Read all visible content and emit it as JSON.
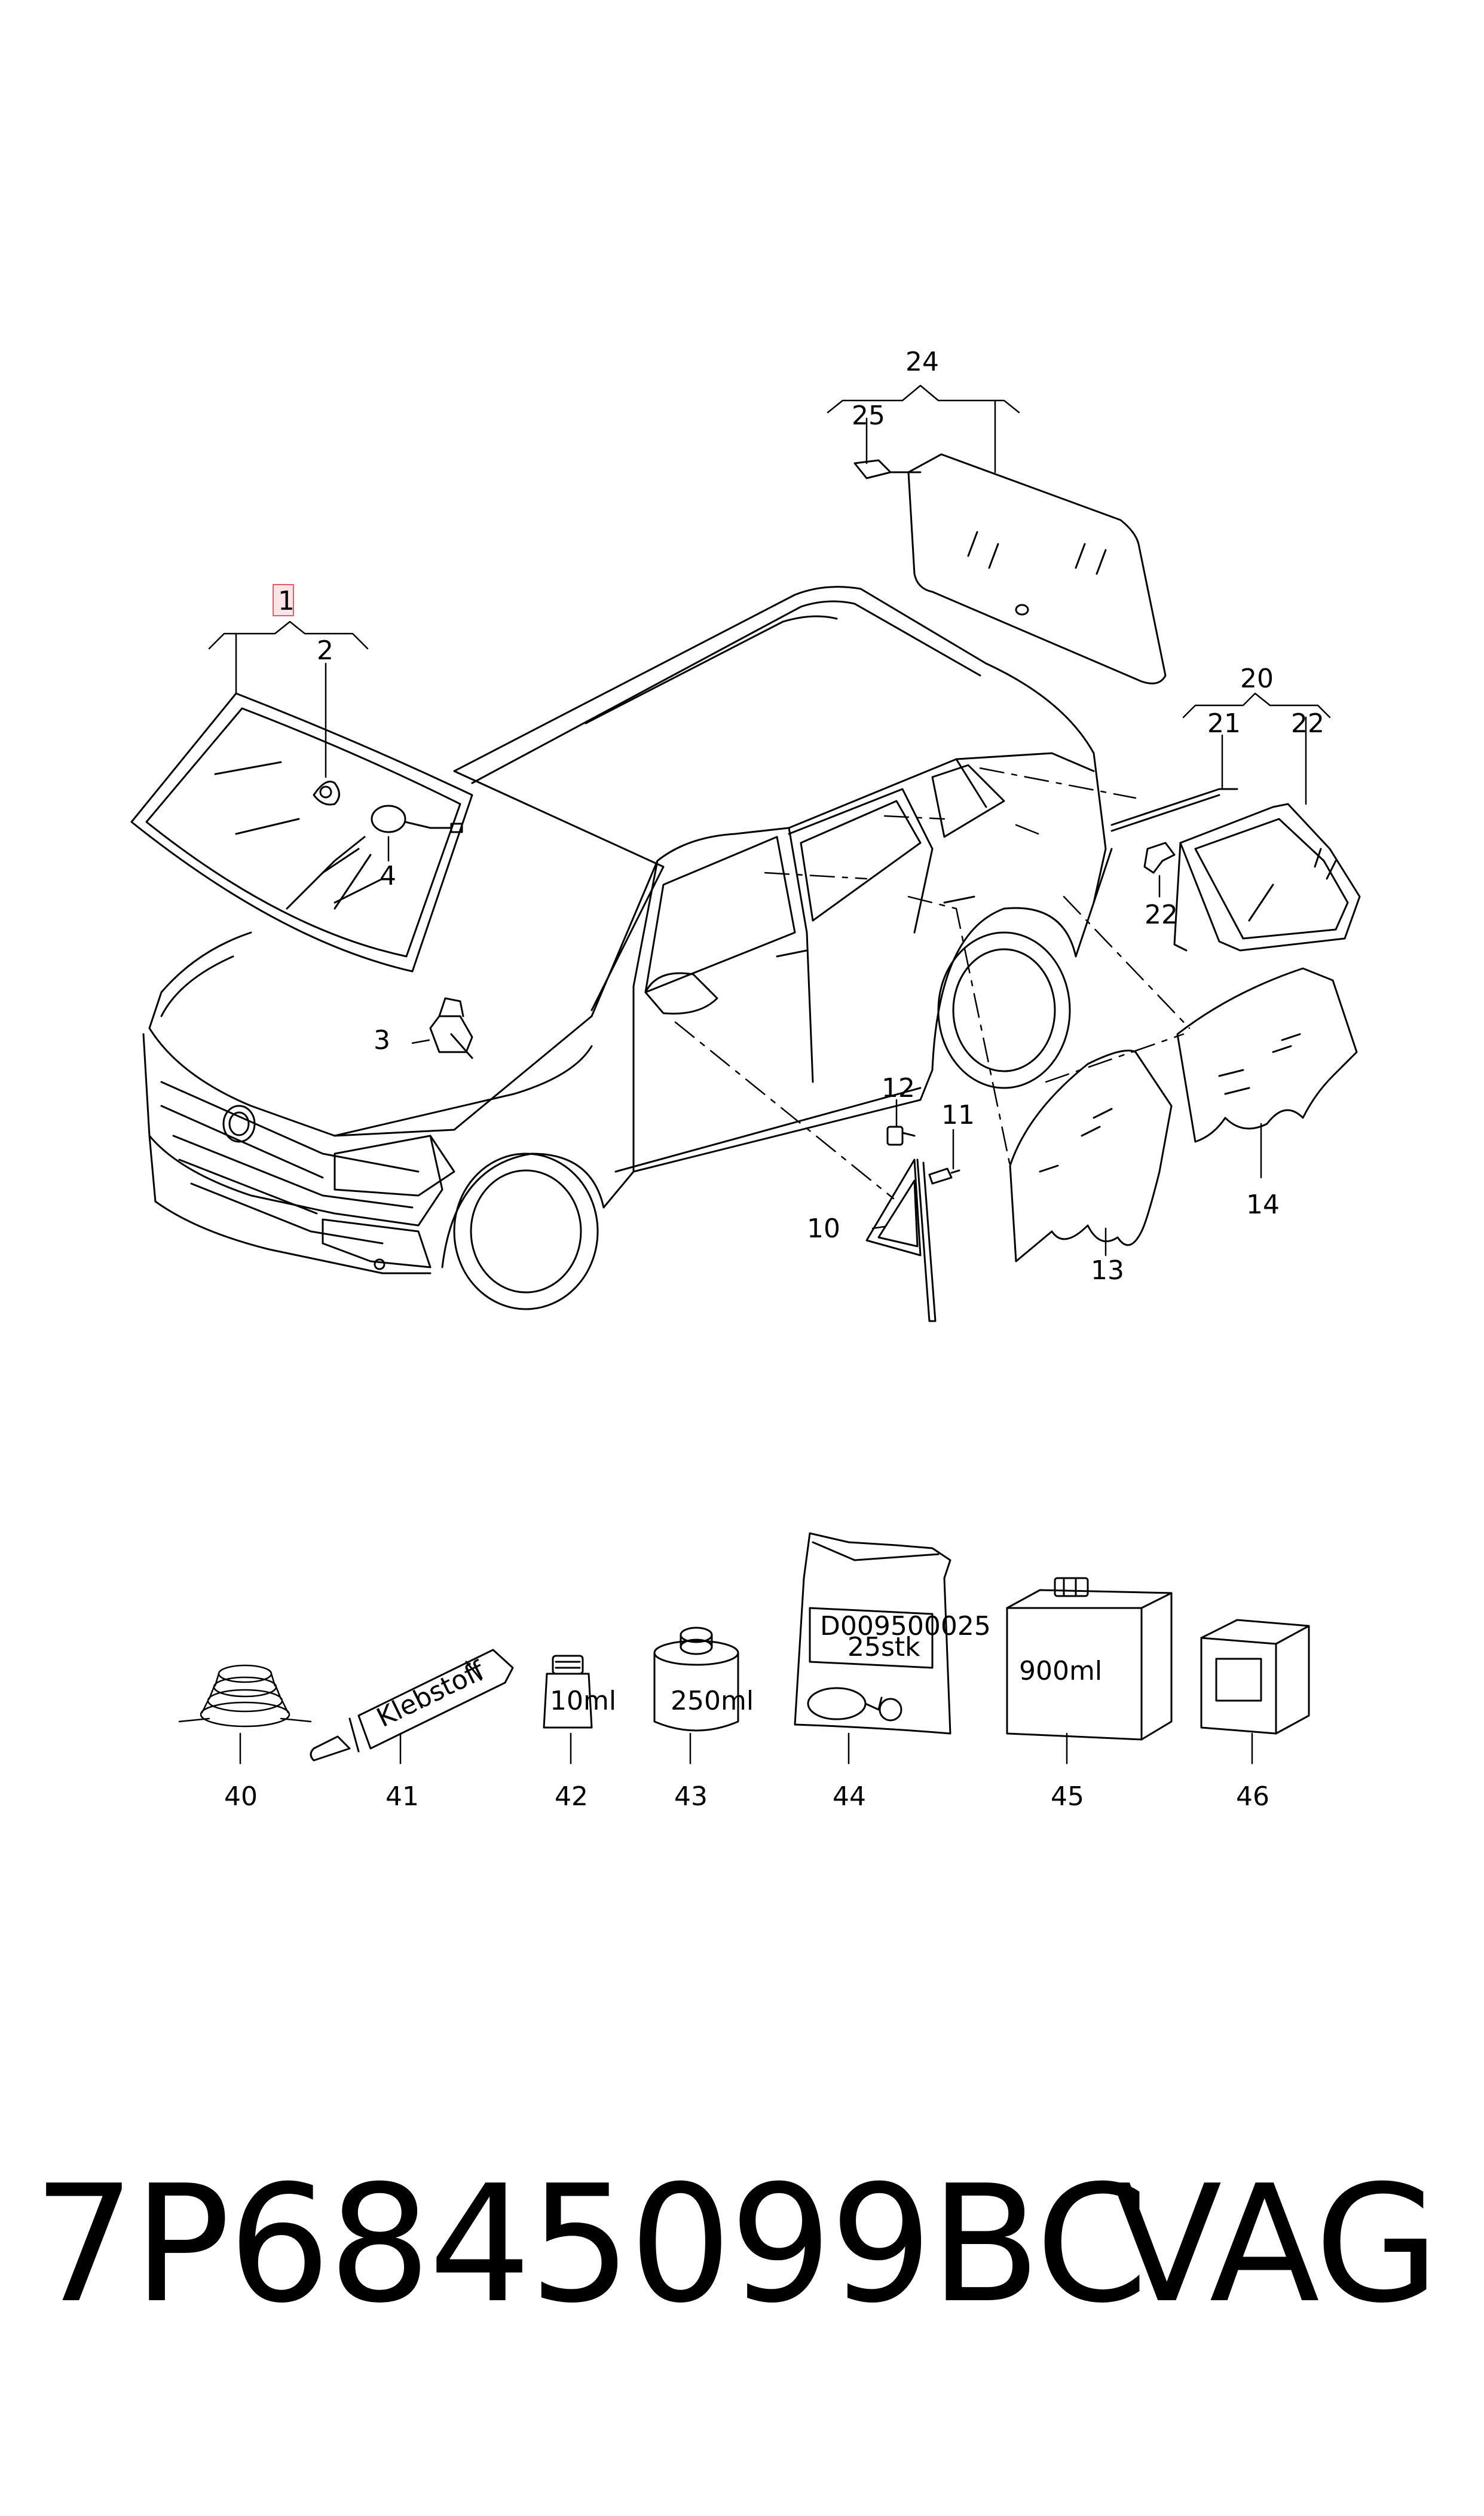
{
  "labels": {
    "c1": "1",
    "c2": "2",
    "c3": "3",
    "c4": "4",
    "c10": "10",
    "c11": "11",
    "c12": "12",
    "c13": "13",
    "c14": "14",
    "c20": "20",
    "c21": "21",
    "c22a": "22",
    "c22b": "22",
    "c24": "24",
    "c25": "25",
    "c40": "40",
    "c41": "41",
    "c42": "42",
    "c43": "43",
    "c44": "44",
    "c45": "45",
    "c46": "46"
  },
  "product_text": {
    "tube": "Klebstoff",
    "bottle_small": "10ml",
    "can": "250ml",
    "bag_line1": "D009500025",
    "bag_line2": "25stk",
    "box": "900ml"
  },
  "footer": {
    "part_number": "7P6845099BC",
    "brand": "VAG"
  },
  "colors": {
    "highlight_stroke": "#e05a6a",
    "highlight_fill": "#fde3e6",
    "line": "#000000"
  }
}
